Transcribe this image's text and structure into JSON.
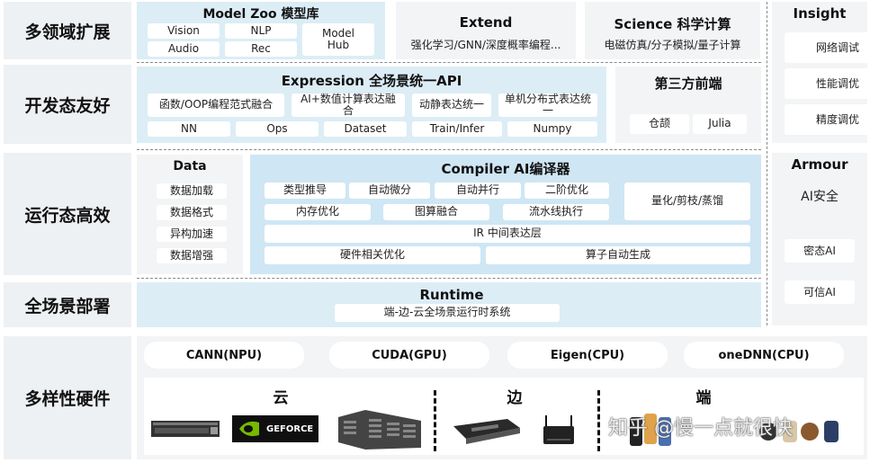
{
  "row_labels": [
    "多领域扩展",
    "开发态友好",
    "运行态高效",
    "全场景部署",
    "多样性硬件"
  ],
  "model_zoo": {
    "title": "Model Zoo 模型库",
    "items": [
      "Vision",
      "NLP",
      "Model Hub",
      "Audio",
      "Rec"
    ]
  },
  "extend": {
    "title": "Extend",
    "desc": "强化学习/GNN/深度概率编程..."
  },
  "science": {
    "title": "Science 科学计算",
    "desc": "电磁仿真/分子模拟/量子计算"
  },
  "insight": {
    "title": "Insight",
    "items": [
      "网络调试",
      "性能调优",
      "精度调优"
    ]
  },
  "expression": {
    "title": "Expression 全场景统一API",
    "items_row1": [
      "函数/OOP编程范式融合",
      "AI+数值计算表达融合",
      "动静表达统一",
      "单机分布式表达统一"
    ],
    "items_row2": [
      "NN",
      "Ops",
      "Dataset",
      "Train/Infer",
      "Numpy"
    ]
  },
  "third_party": {
    "title": "第三方前端",
    "items": [
      "仓颉",
      "Julia"
    ]
  },
  "data": {
    "title": "Data",
    "items": [
      "数据加载",
      "数据格式",
      "异构加速",
      "数据增强"
    ]
  },
  "compiler": {
    "title": "Compiler AI编译器",
    "row1": [
      "类型推导",
      "自动微分",
      "自动并行",
      "二阶优化"
    ],
    "row2": [
      "内存优化",
      "图算融合",
      "流水线执行"
    ],
    "side": "量化/剪枝/蒸馏",
    "ir": "IR 中间表达层",
    "row4": [
      "硬件相关优化",
      "算子自动生成"
    ]
  },
  "armour": {
    "title": "Armour",
    "items": [
      "AI安全",
      "密态AI",
      "可信AI"
    ]
  },
  "runtime": {
    "title": "Runtime",
    "desc": "端-边-云全场景运行时系统"
  },
  "hardware": {
    "backends": [
      "CANN(NPU)",
      "CUDA(GPU)",
      "Eigen(CPU)",
      "oneDNN(CPU)"
    ],
    "groups": [
      "云",
      "边",
      "端"
    ],
    "device_labels": {
      "geforce": "GEFORCE"
    }
  },
  "watermark": "知乎 @慢一点就很快",
  "colors": {
    "light_blue": "#dcedf6",
    "panel_gray": "#f2f4f5",
    "nvidia_green": "#76b900"
  }
}
